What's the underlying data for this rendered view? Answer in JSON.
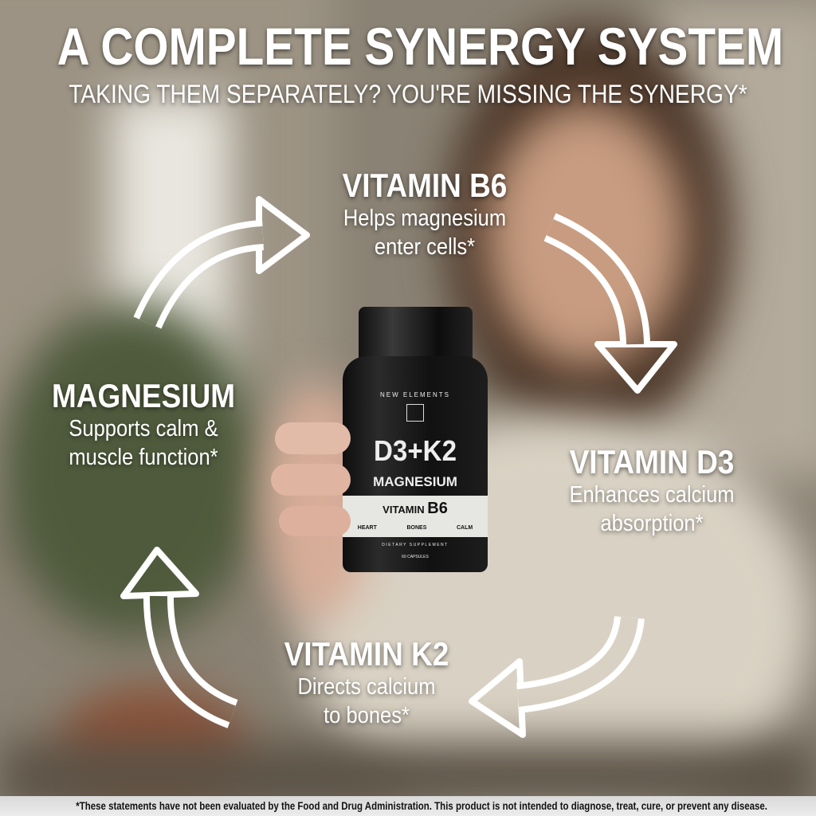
{
  "header": {
    "title": "A COMPLETE SYNERGY SYSTEM",
    "subtitle": "TAKING THEM SEPARATELY? YOU'RE MISSING THE SYNERGY*"
  },
  "nutrients": [
    {
      "name": "VITAMIN B6",
      "line1": "Helps magnesium",
      "line2": "enter cells*"
    },
    {
      "name": "MAGNESIUM",
      "line1": "Supports calm &",
      "line2": "muscle function*"
    },
    {
      "name": "VITAMIN D3",
      "line1": "Enhances calcium",
      "line2": "absorption*"
    },
    {
      "name": "VITAMIN K2",
      "line1": "Directs calcium",
      "line2": "to bones*"
    }
  ],
  "product": {
    "brand": "NEW ELEMENTS",
    "main": "D3+K2",
    "sub": "MAGNESIUM",
    "vitamin_prefix": "VITAMIN",
    "vitamin": "B6",
    "tags": [
      "HEART",
      "BONES",
      "CALM"
    ],
    "type": "DIETARY SUPPLEMENT",
    "count": "60 CAPSULES"
  },
  "footer": {
    "disclaimer": "*These statements have not been evaluated by the Food and Drug Administration. This product is not intended to diagnose, treat, cure, or prevent any disease."
  },
  "colors": {
    "text": "#ffffff",
    "bottle": "#1a1a1a",
    "footer_bg": "#e3e3e3"
  },
  "icons": [
    "curved-arrow-right",
    "curved-arrow-down",
    "curved-arrow-left",
    "curved-arrow-up"
  ]
}
